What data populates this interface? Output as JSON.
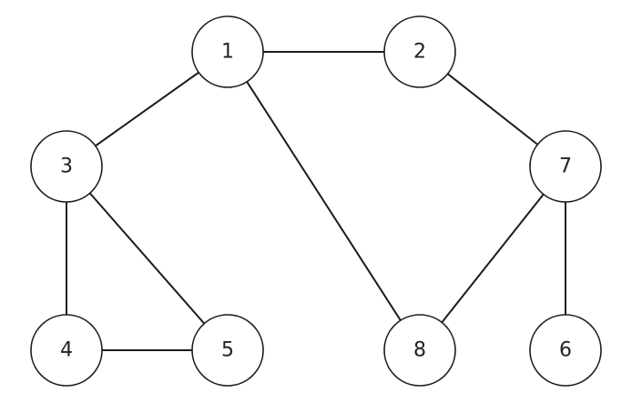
{
  "graph": {
    "nodes": [
      {
        "id": "1",
        "label": "1"
      },
      {
        "id": "2",
        "label": "2"
      },
      {
        "id": "3",
        "label": "3"
      },
      {
        "id": "4",
        "label": "4"
      },
      {
        "id": "5",
        "label": "5"
      },
      {
        "id": "6",
        "label": "6"
      },
      {
        "id": "7",
        "label": "7"
      },
      {
        "id": "8",
        "label": "8"
      }
    ],
    "edges": [
      {
        "from": "1",
        "to": "2"
      },
      {
        "from": "1",
        "to": "3"
      },
      {
        "from": "1",
        "to": "8"
      },
      {
        "from": "2",
        "to": "7"
      },
      {
        "from": "3",
        "to": "4"
      },
      {
        "from": "3",
        "to": "5"
      },
      {
        "from": "4",
        "to": "5"
      },
      {
        "from": "7",
        "to": "8"
      },
      {
        "from": "7",
        "to": "6"
      }
    ],
    "colors": {
      "stroke": "#1c1c1c",
      "fill": "#ffffff",
      "text": "#222222"
    }
  }
}
